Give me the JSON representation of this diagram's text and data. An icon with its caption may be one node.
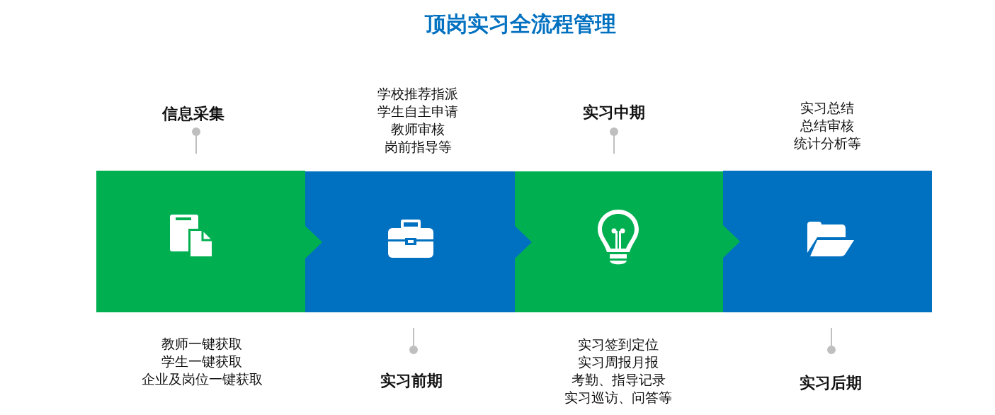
{
  "diagram": {
    "title": "顶岗实习全流程管理",
    "nodes": [
      {
        "text": [],
        "shape": "box",
        "beside": [
          "信息采集",
          "教师一键获取",
          "学生一键获取",
          "企业及岗位一键获取"
        ]
      },
      {
        "text": [],
        "shape": "box",
        "beside": [
          "学校推荐指派",
          "学生自主申请",
          "教师审核",
          "岗前指导等",
          "实习前期"
        ]
      },
      {
        "text": [],
        "shape": "box",
        "beside": [
          "实习中期",
          "实习签到定位",
          "实习周报月报",
          "考勤、指导记录",
          "实习巡访、问答等"
        ]
      },
      {
        "text": [],
        "shape": "box",
        "beside": [
          "实习总结",
          "总结审核",
          "统计分析等",
          "实习后期"
        ]
      }
    ],
    "edges": [
      {
        "from": 0,
        "to": 1,
        "arrow": "to"
      },
      {
        "from": 1,
        "to": 2,
        "arrow": "to"
      },
      {
        "from": 2,
        "to": 3,
        "arrow": "to"
      }
    ]
  }
}
